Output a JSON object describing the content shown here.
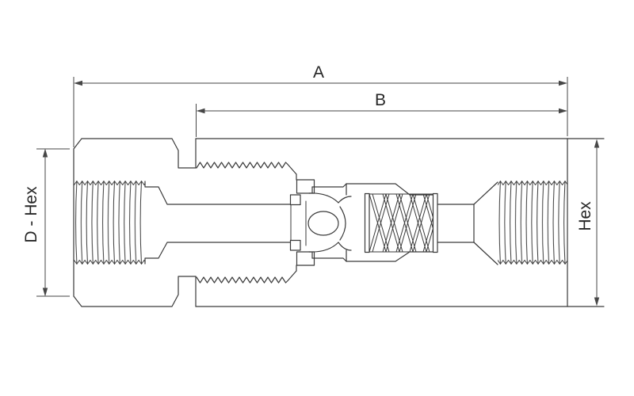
{
  "drawing": {
    "dimension_labels": {
      "overall_length": "A",
      "body_length": "B",
      "left_hex": "D - Hex",
      "right_hex": "Hex"
    }
  },
  "colors": {
    "line": "#3a3a3a",
    "dimension": "#464646",
    "text": "#262626",
    "background": "#ffffff"
  }
}
